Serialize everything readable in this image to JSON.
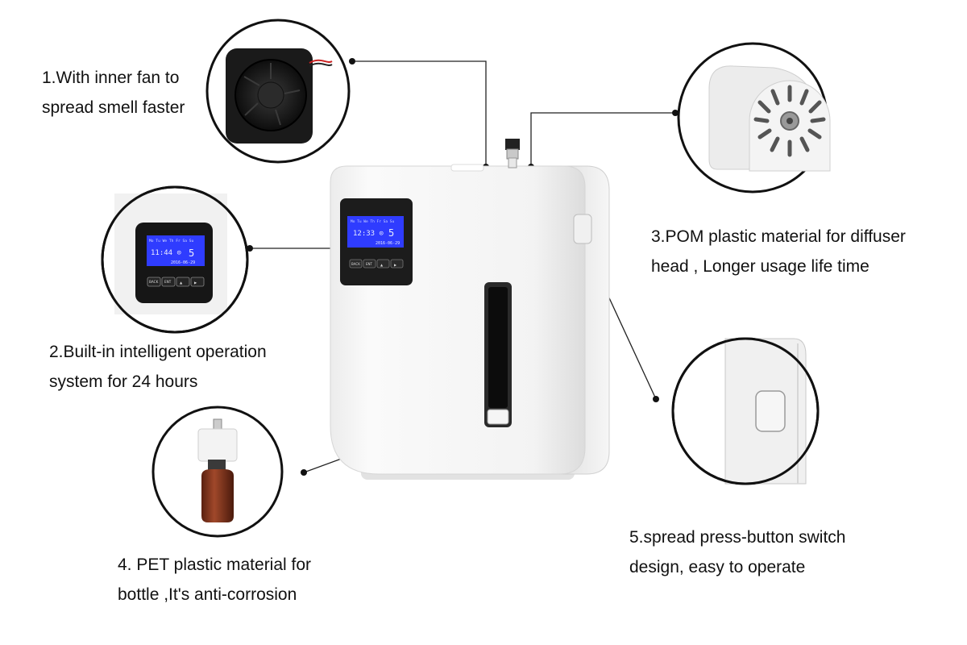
{
  "features": [
    {
      "number": "1.",
      "lines": [
        "1.With inner fan to",
        "spread smell faster"
      ]
    },
    {
      "number": "2.",
      "lines": [
        "2.Built-in intelligent operation",
        "system for 24 hours"
      ]
    },
    {
      "number": "3.",
      "lines": [
        "3.POM plastic material for diffuser",
        "head , Longer usage life time"
      ]
    },
    {
      "number": "4.",
      "lines": [
        "4. PET plastic material for",
        "bottle ,It's anti-corrosion"
      ]
    },
    {
      "number": "5.",
      "lines": [
        "5.spread press-button switch",
        "design, easy to operate"
      ]
    }
  ],
  "device_panel": {
    "weekdays": "Mo Tu We Th Fr Sa Su",
    "time": "11:44",
    "time_main": "12:33",
    "value": "5",
    "date": "2016-06-29",
    "buttons": [
      "BACK",
      "ENT",
      "▲",
      "▶"
    ]
  },
  "colors": {
    "device_body": "#f4f4f4",
    "lcd": "#2f3cff",
    "panel": "#1c1c1c",
    "leader_line": "#222222"
  }
}
